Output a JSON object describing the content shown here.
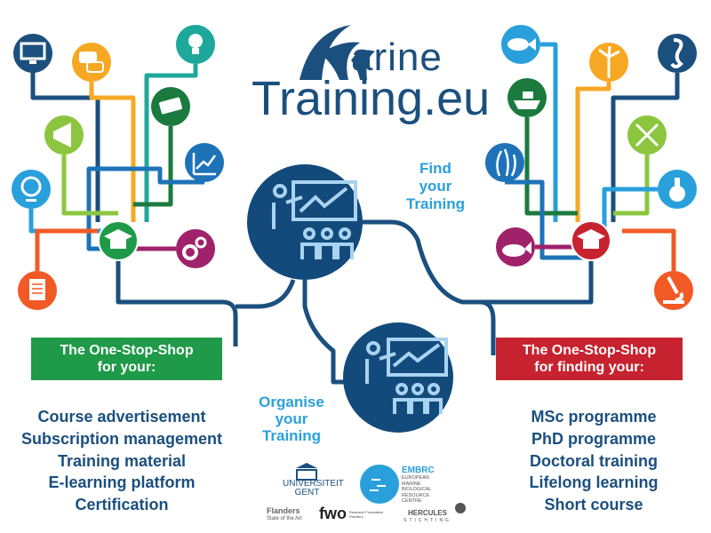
{
  "logo": {
    "line1": "arine",
    "line2": "Training.eu",
    "full": "MarineTraining.eu"
  },
  "find_label": [
    "Find",
    "your",
    "Training"
  ],
  "organise_label": [
    "Organise",
    "your",
    "Training"
  ],
  "left_box": {
    "line1": "The One-Stop-Shop",
    "line2": "for your:",
    "color": "#1f9a48"
  },
  "right_box": {
    "line1": "The One-Stop-Shop",
    "line2": "for finding your:",
    "color": "#c7222f"
  },
  "left_list": [
    "Course advertisement",
    "Subscription management",
    "Training material",
    "E-learning platform",
    "Certification"
  ],
  "right_list": [
    "MSc programme",
    "PhD programme",
    "Doctoral training",
    "Lifelong learning",
    "Short course"
  ],
  "sponsors": {
    "ugent": [
      "UNIVERSITEIT",
      "GENT"
    ],
    "embrc": {
      "name": "EMBRC",
      "sub": [
        "EUROPEAN",
        "MARINE",
        "BIOLOGICAL",
        "RESOURCE",
        "CENTRE"
      ]
    },
    "flanders": [
      "Flanders",
      "State of the Art"
    ],
    "fwo": {
      "name": "fwo",
      "sub": "Research Foundation Flanders"
    },
    "hercules": [
      "HERCULES",
      "STICHTING"
    ]
  },
  "icons_left": [
    "monitor-icon",
    "speech-bubbles-icon",
    "lightbulb-icon",
    "money-icon",
    "growth-chart-icon",
    "megaphone-icon",
    "globe-icon",
    "graduation-cap-icon",
    "gears-icon",
    "document-icon"
  ],
  "icons_right": [
    "fish-icon",
    "wind-turbine-icon",
    "seahorse-icon",
    "ship-icon",
    "dna-icon",
    "seaweed-icon",
    "flask-icon",
    "whale-icon",
    "graduation-cap-icon",
    "microscope-icon"
  ],
  "colors": {
    "navy": "#1b4f7e",
    "light_blue": "#29a0db",
    "green": "#1f9a48",
    "red": "#c7222f",
    "orange": "#f7a823",
    "teal": "#1ea89b",
    "purple": "#a0226b",
    "lime": "#8cc63f",
    "orange_red": "#f15a24",
    "blue": "#1e73b8",
    "dark_green": "#1b7a3e"
  }
}
